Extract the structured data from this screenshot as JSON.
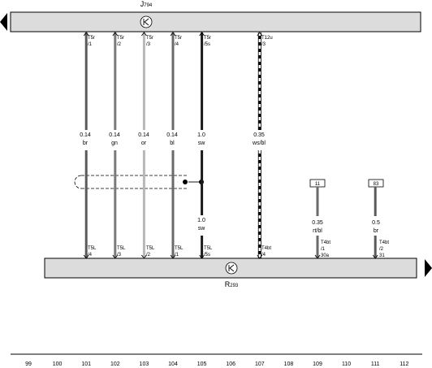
{
  "diagram": {
    "top_component": {
      "id": "J794",
      "prefix": "J",
      "suffix": "794"
    },
    "bottom_component": {
      "id": "R293",
      "prefix": "R",
      "suffix": "293"
    },
    "wires": [
      {
        "col": 101,
        "top_pin": [
          "T5r",
          "/1"
        ],
        "gauge": "0.14",
        "color": "br",
        "bottom_pin": [
          "T5L",
          "/4"
        ],
        "stroke": "#5a5a5a"
      },
      {
        "col": 102,
        "top_pin": [
          "T5r",
          "/2"
        ],
        "gauge": "0.14",
        "color": "gn",
        "bottom_pin": [
          "T5L",
          "/3"
        ],
        "stroke": "#7a7a7a"
      },
      {
        "col": 103,
        "top_pin": [
          "T5r",
          "/3"
        ],
        "gauge": "0.14",
        "color": "or",
        "bottom_pin": [
          "T5L",
          "/2"
        ],
        "stroke": "#b8b8b8"
      },
      {
        "col": 104,
        "top_pin": [
          "T5r",
          "/4"
        ],
        "gauge": "0.14",
        "color": "bl",
        "bottom_pin": [
          "T5L",
          "/1"
        ],
        "stroke": "#6a6a6a"
      },
      {
        "col": 105,
        "top_pin": [
          "T5r",
          "/5s"
        ],
        "gauge": "1.0",
        "color": "sw",
        "bottom_pin": [
          "T5L",
          "/5s"
        ],
        "gauge2": "1.0",
        "color2": "sw",
        "stroke": "#1a1a1a"
      },
      {
        "col": 107,
        "top_pin": [
          "T12u",
          "/3"
        ],
        "gauge": "0.35",
        "color": "ws/bl",
        "bottom_pin": [
          "T4bt",
          "/4"
        ],
        "stroke": "dashed"
      }
    ],
    "short_wires": [
      {
        "col": 109,
        "ref": "11",
        "gauge": "0.35",
        "color": "rt/bl",
        "bottom_pin": [
          "T4bt",
          "/1",
          "30a"
        ],
        "stroke": "#6a6a6a"
      },
      {
        "col": 111,
        "ref": "83",
        "gauge": "0.5",
        "color": "br",
        "bottom_pin": [
          "T4bt",
          "/2",
          "31"
        ],
        "stroke": "#5a5a5a"
      }
    ],
    "ruler": [
      99,
      100,
      101,
      102,
      103,
      104,
      105,
      106,
      107,
      108,
      109,
      110,
      111,
      112
    ]
  }
}
